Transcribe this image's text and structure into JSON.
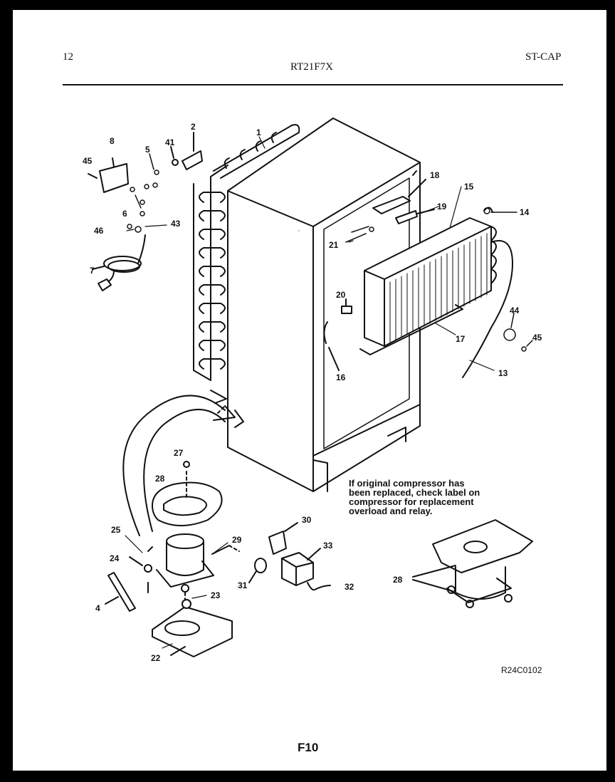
{
  "header": {
    "page_number": "12",
    "model": "RT21F7X",
    "section": "ST-CAP"
  },
  "note": {
    "lines": [
      "If original compressor has",
      "been replaced, check label on",
      "compressor for replacement",
      "overload and relay."
    ]
  },
  "footer": {
    "drawing_code": "R24C0102",
    "page_code": "F10"
  },
  "callouts": [
    {
      "id": "c1",
      "label": "1"
    },
    {
      "id": "c2",
      "label": "2"
    },
    {
      "id": "c41",
      "label": "41"
    },
    {
      "id": "c8",
      "label": "8"
    },
    {
      "id": "c5",
      "label": "5"
    },
    {
      "id": "c45a",
      "label": "45"
    },
    {
      "id": "c6",
      "label": "6"
    },
    {
      "id": "c46",
      "label": "46"
    },
    {
      "id": "c43",
      "label": "43"
    },
    {
      "id": "c7",
      "label": "7"
    },
    {
      "id": "c18",
      "label": "18"
    },
    {
      "id": "c15",
      "label": "15"
    },
    {
      "id": "c19",
      "label": "19"
    },
    {
      "id": "c14",
      "label": "14"
    },
    {
      "id": "c21",
      "label": "21"
    },
    {
      "id": "c20",
      "label": "20"
    },
    {
      "id": "c16",
      "label": "16"
    },
    {
      "id": "c17",
      "label": "17"
    },
    {
      "id": "c44",
      "label": "44"
    },
    {
      "id": "c45b",
      "label": "45"
    },
    {
      "id": "c13",
      "label": "13"
    },
    {
      "id": "c27",
      "label": "27"
    },
    {
      "id": "c28a",
      "label": "28"
    },
    {
      "id": "c25",
      "label": "25"
    },
    {
      "id": "c29",
      "label": "29"
    },
    {
      "id": "c30",
      "label": "30"
    },
    {
      "id": "c33",
      "label": "33"
    },
    {
      "id": "c24",
      "label": "24"
    },
    {
      "id": "c31",
      "label": "31"
    },
    {
      "id": "c32",
      "label": "32"
    },
    {
      "id": "c28b",
      "label": "28"
    },
    {
      "id": "c23",
      "label": "23"
    },
    {
      "id": "c4",
      "label": "4"
    },
    {
      "id": "c22",
      "label": "22"
    }
  ]
}
